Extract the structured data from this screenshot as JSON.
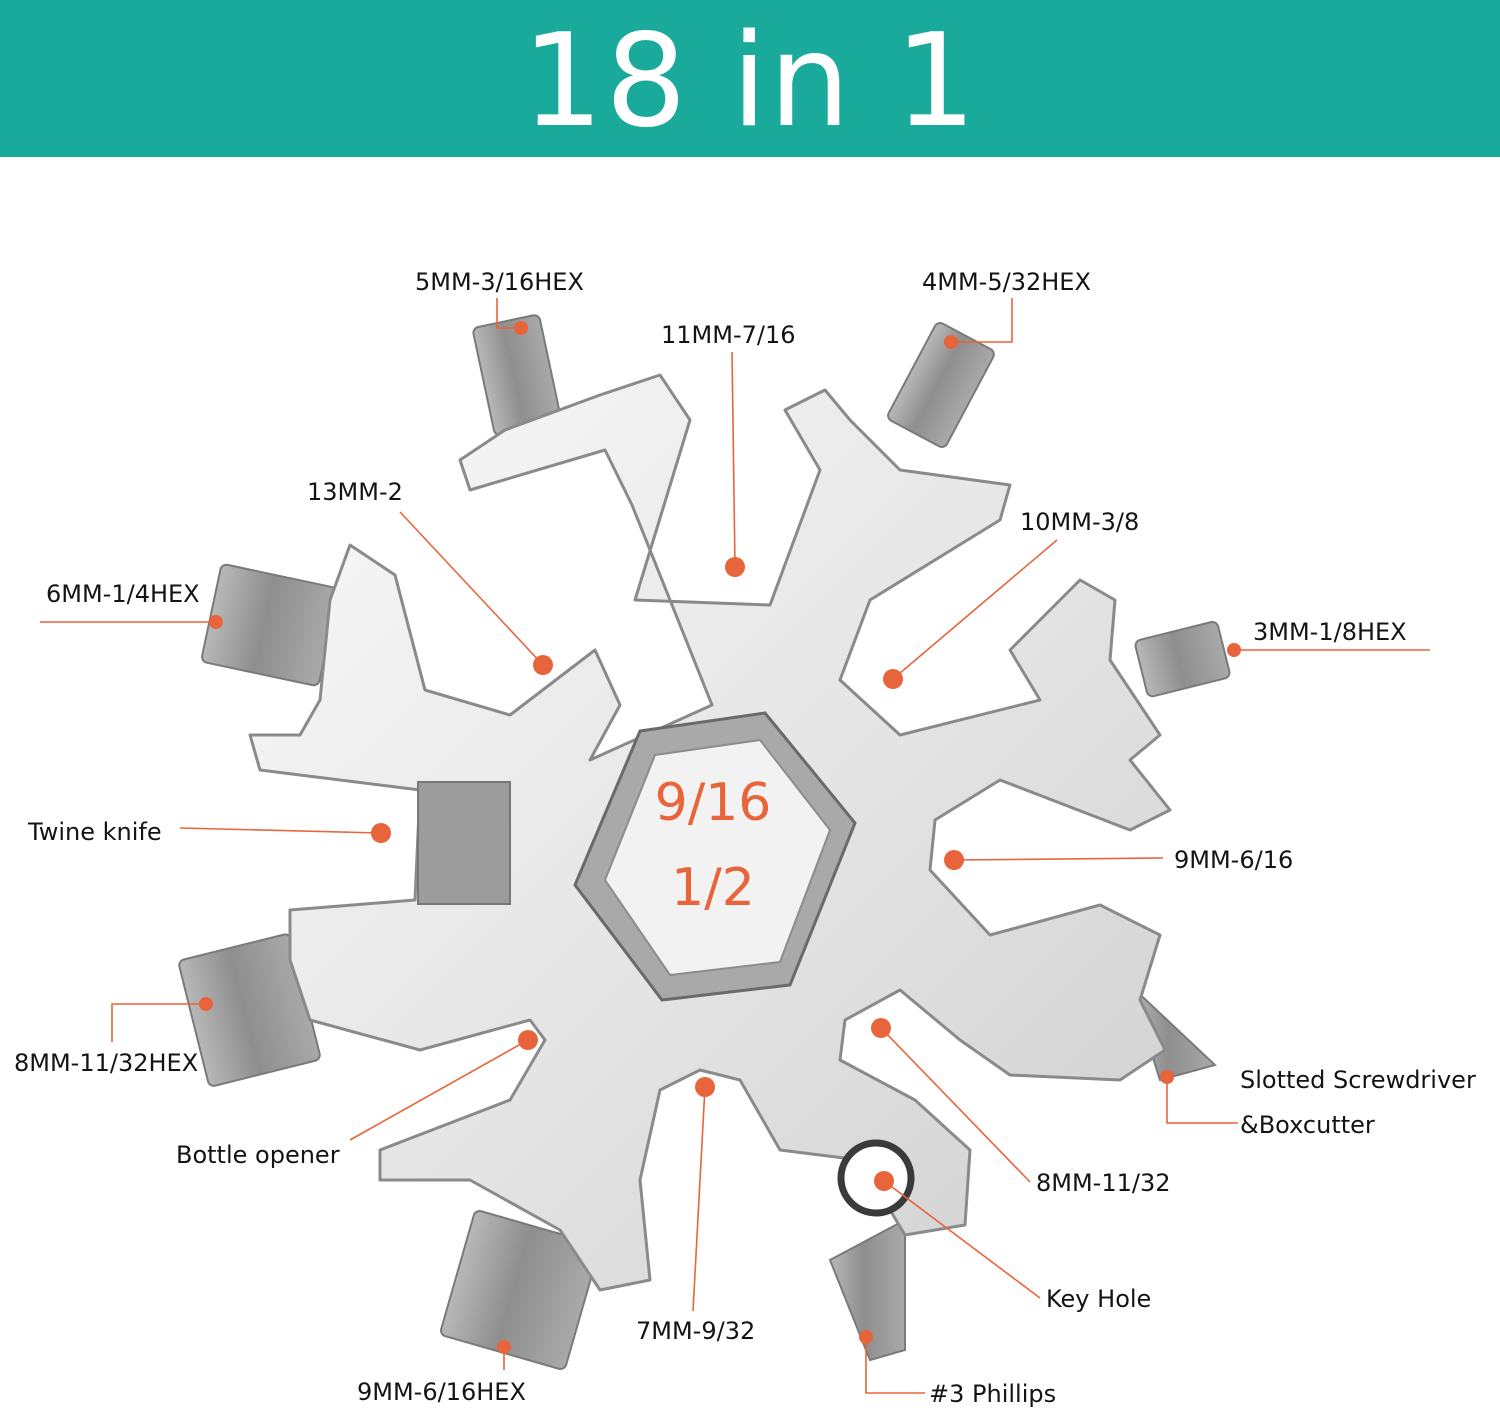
{
  "banner": {
    "title": "18 in 1"
  },
  "colors": {
    "banner": "#1aaa9c",
    "accent": "#e8643a",
    "metal": "#e2e2e2",
    "bit": "#9c9c9c"
  },
  "center": {
    "line1": "9/16",
    "line2": "1/2"
  },
  "labels": {
    "hex_5mm": "5MM-3/16HEX",
    "hex_4mm": "4MM-5/32HEX",
    "wrench_11mm": "11MM-7/16",
    "wrench_13mm": "13MM-2",
    "wrench_10mm": "10MM-3/8",
    "hex_6mm": "6MM-1/4HEX",
    "hex_3mm": "3MM-1/8HEX",
    "twine_knife": "Twine knife",
    "wrench_9mm": "9MM-6/16",
    "hex_8mm": "8MM-11/32HEX",
    "slotted_line1": "Slotted Screwdriver",
    "slotted_line2": "&Boxcutter",
    "bottle_opener": "Bottle opener",
    "wrench_8mm": "8MM-11/32",
    "key_hole": "Key Hole",
    "wrench_7mm": "7MM-9/32",
    "hex_9mm": "9MM-6/16HEX",
    "phillips": "#3 Phillips"
  }
}
